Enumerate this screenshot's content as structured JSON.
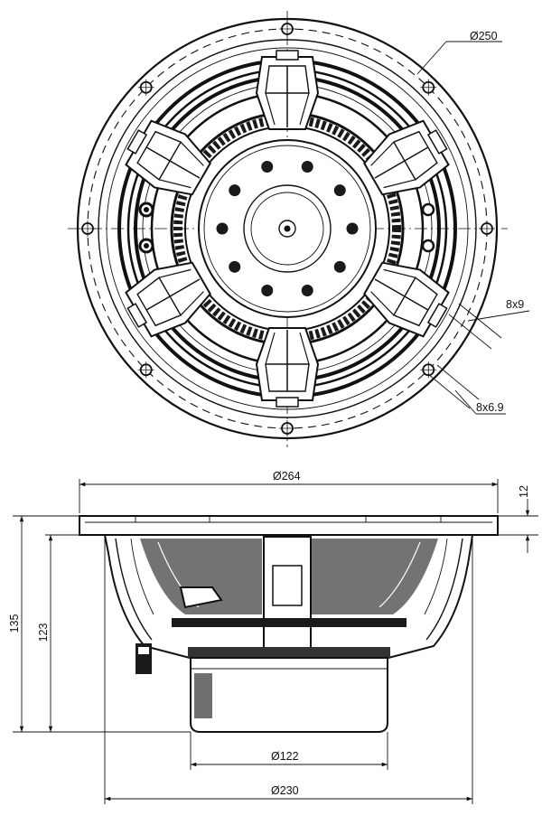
{
  "drawing": {
    "colors": {
      "line": "#111111",
      "background": "#ffffff",
      "dark_fill": "#1a1a1a",
      "mid_fill": "#5a5a5a"
    },
    "front_view": {
      "dim_outer_diameter": "Ø250",
      "dim_slot_upper": "8x9",
      "dim_slot_lower": "8x6.9"
    },
    "side_view": {
      "dim_frame_width": "Ø264",
      "dim_flange_thickness": "12",
      "dim_total_depth": "135",
      "dim_mount_depth": "123",
      "dim_magnet_diameter": "Ø122",
      "dim_basket_diameter": "Ø230"
    }
  }
}
